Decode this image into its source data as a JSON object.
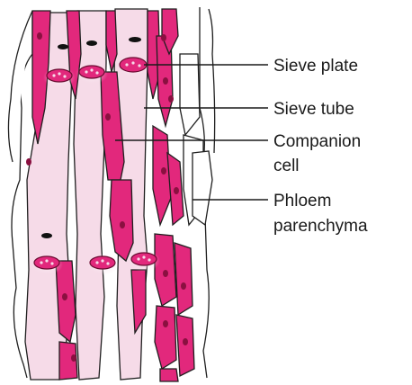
{
  "labels": {
    "sieve_plate": "Sieve plate",
    "sieve_tube": "Sieve tube",
    "companion_cell": [
      "Companion",
      "cell"
    ],
    "phloem_parenchyma": [
      "Phloem",
      "parenchyma"
    ]
  },
  "colors": {
    "companion_cell_fill": "#e2287c",
    "sieve_tube_fill": "#f6dbe8",
    "parenchyma_fill": "#ffffff",
    "nucleus": "#8a1040",
    "outline": "#1f1f1f",
    "label_text": "#1a1a1a"
  }
}
